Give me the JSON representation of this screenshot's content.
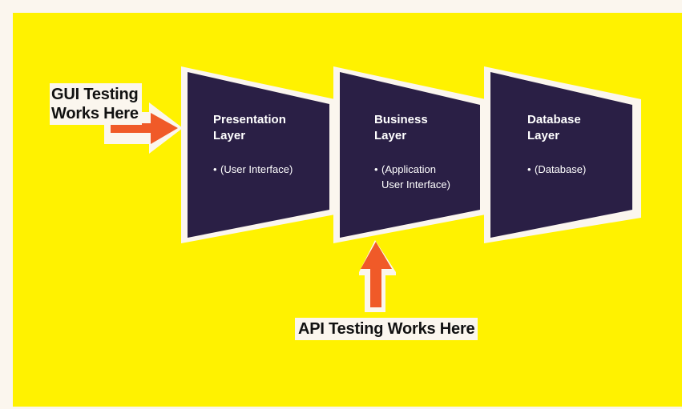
{
  "colors": {
    "background": "#fff200",
    "frame": "#fbf6ee",
    "layer_fill": "#2a1f45",
    "layer_outline": "#fbf6ee",
    "arrow": "#f05a28",
    "text_dark": "#111111",
    "text_light": "#ffffff"
  },
  "annotations": {
    "gui": {
      "line1": "GUI Testing",
      "line2": "Works Here"
    },
    "api": {
      "text": "API Testing Works Here"
    }
  },
  "layers": [
    {
      "title_line1": "Presentation",
      "title_line2": "Layer",
      "bullet_line1": "(User Interface)",
      "bullet_line2": ""
    },
    {
      "title_line1": "Business",
      "title_line2": "Layer",
      "bullet_line1": "(Application",
      "bullet_line2": "User Interface)"
    },
    {
      "title_line1": "Database",
      "title_line2": "Layer",
      "bullet_line1": "(Database)",
      "bullet_line2": ""
    }
  ],
  "bullet_glyph": "•",
  "arrows": [
    {
      "name": "gui-arrow",
      "direction": "right",
      "target": "Presentation Layer"
    },
    {
      "name": "api-arrow",
      "direction": "up",
      "target": "Business Layer"
    }
  ]
}
